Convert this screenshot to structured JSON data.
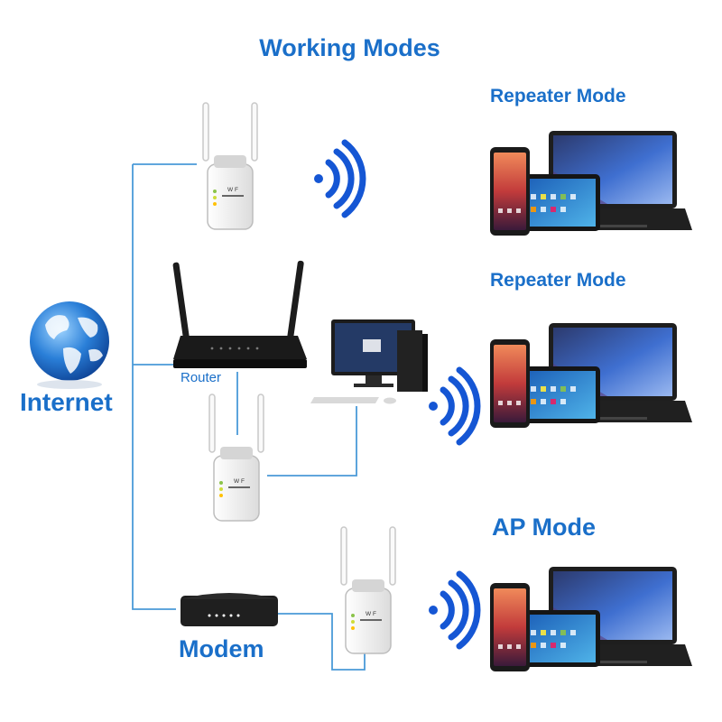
{
  "colors": {
    "accent": "#1a6fc9",
    "line": "#4a9ad8",
    "wifi": "#1556d4",
    "device_dark": "#1a1a1a",
    "repeater_body": "#f4f4f4"
  },
  "diagram": {
    "title": "Working Modes",
    "modes": [
      "Repeater Mode",
      "Repeater Mode",
      "AP Mode"
    ],
    "labels": {
      "internet": "Internet",
      "router": "Router",
      "modem": "Modem"
    },
    "icons": [
      "globe-icon",
      "router-icon",
      "modem-icon",
      "repeater-icon",
      "desktop-computer-icon",
      "wifi-signal-icon",
      "phone-icon",
      "tablet-icon",
      "laptop-icon"
    ]
  }
}
